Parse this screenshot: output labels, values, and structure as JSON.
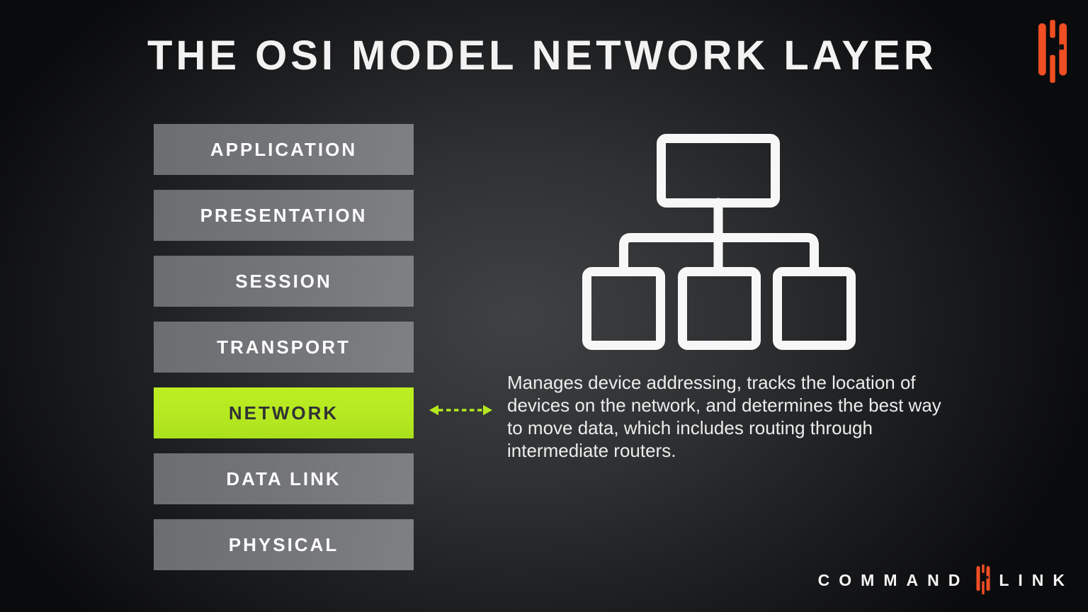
{
  "title": "THE OSI MODEL NETWORK LAYER",
  "osi_layers": [
    {
      "label": "APPLICATION",
      "highlighted": false
    },
    {
      "label": "PRESENTATION",
      "highlighted": false
    },
    {
      "label": "SESSION",
      "highlighted": false
    },
    {
      "label": "TRANSPORT",
      "highlighted": false
    },
    {
      "label": "NETWORK",
      "highlighted": true
    },
    {
      "label": "DATA LINK",
      "highlighted": false
    },
    {
      "label": "PHYSICAL",
      "highlighted": false
    }
  ],
  "network_description": {
    "lines": [
      "Manages device addressing, tracks the location of",
      "devices on the network, and determines the best way",
      "to move data, which includes routing through",
      "intermediate routers."
    ]
  },
  "branding": {
    "footer_word_left": "COMMAND",
    "footer_word_right": "LINK"
  },
  "icons": {
    "brand_mark": "command-link-mark",
    "topology": "network-topology-icon",
    "arrow": "dashed-double-arrow-icon"
  },
  "colors": {
    "highlight_green": "#b5e821",
    "layer_gray": "#74767a",
    "accent_orange": "#f04e23",
    "text_light": "#f2f2f2",
    "text_dark": "#303234",
    "diagram_stroke": "#f7f7f7",
    "background_center": "#3f4143",
    "background_edge": "#0a0b0d"
  }
}
